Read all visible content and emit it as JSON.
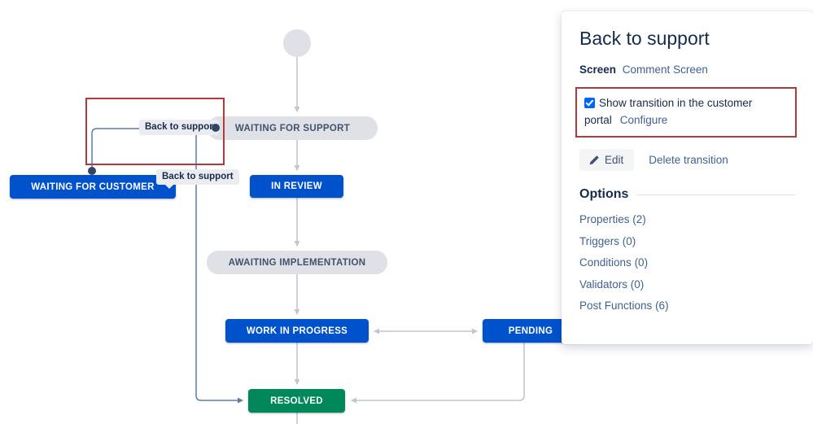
{
  "diagram": {
    "nodes": [
      {
        "id": "start",
        "label": "",
        "type": "start-circle"
      },
      {
        "id": "waiting-support",
        "label": "WAITING FOR SUPPORT",
        "type": "grey"
      },
      {
        "id": "in-review",
        "label": "IN REVIEW",
        "type": "blue"
      },
      {
        "id": "awaiting-impl",
        "label": "AWAITING IMPLEMENTATION",
        "type": "grey"
      },
      {
        "id": "work-in-progress",
        "label": "WORK IN PROGRESS",
        "type": "blue"
      },
      {
        "id": "pending",
        "label": "PENDING",
        "type": "blue"
      },
      {
        "id": "resolved",
        "label": "RESOLVED",
        "type": "green"
      },
      {
        "id": "waiting-customer",
        "label": "WAITING FOR CUSTOMER",
        "type": "blue"
      }
    ],
    "tooltips": {
      "top": "Back to suppor",
      "bottom": "Back to support"
    },
    "colors": {
      "blue": "#0052cc",
      "green": "#00875a",
      "grey": "#dfe1e6",
      "selected_edge": "#42618f",
      "annotation": "#b03a3a",
      "edge": "#c1c7d0"
    }
  },
  "panel": {
    "title": "Back to support",
    "screen_label": "Screen",
    "screen_value": "Comment Screen",
    "portal_checkbox_label": "Show transition in the customer portal",
    "portal_checkbox_checked": true,
    "configure_label": "Configure",
    "edit_label": "Edit",
    "delete_label": "Delete transition",
    "options_title": "Options",
    "options": [
      {
        "label": "Properties",
        "count": "(2)"
      },
      {
        "label": "Triggers",
        "count": "(0)"
      },
      {
        "label": "Conditions",
        "count": "(0)"
      },
      {
        "label": "Validators",
        "count": "(0)"
      },
      {
        "label": "Post Functions",
        "count": "(6)"
      }
    ]
  }
}
